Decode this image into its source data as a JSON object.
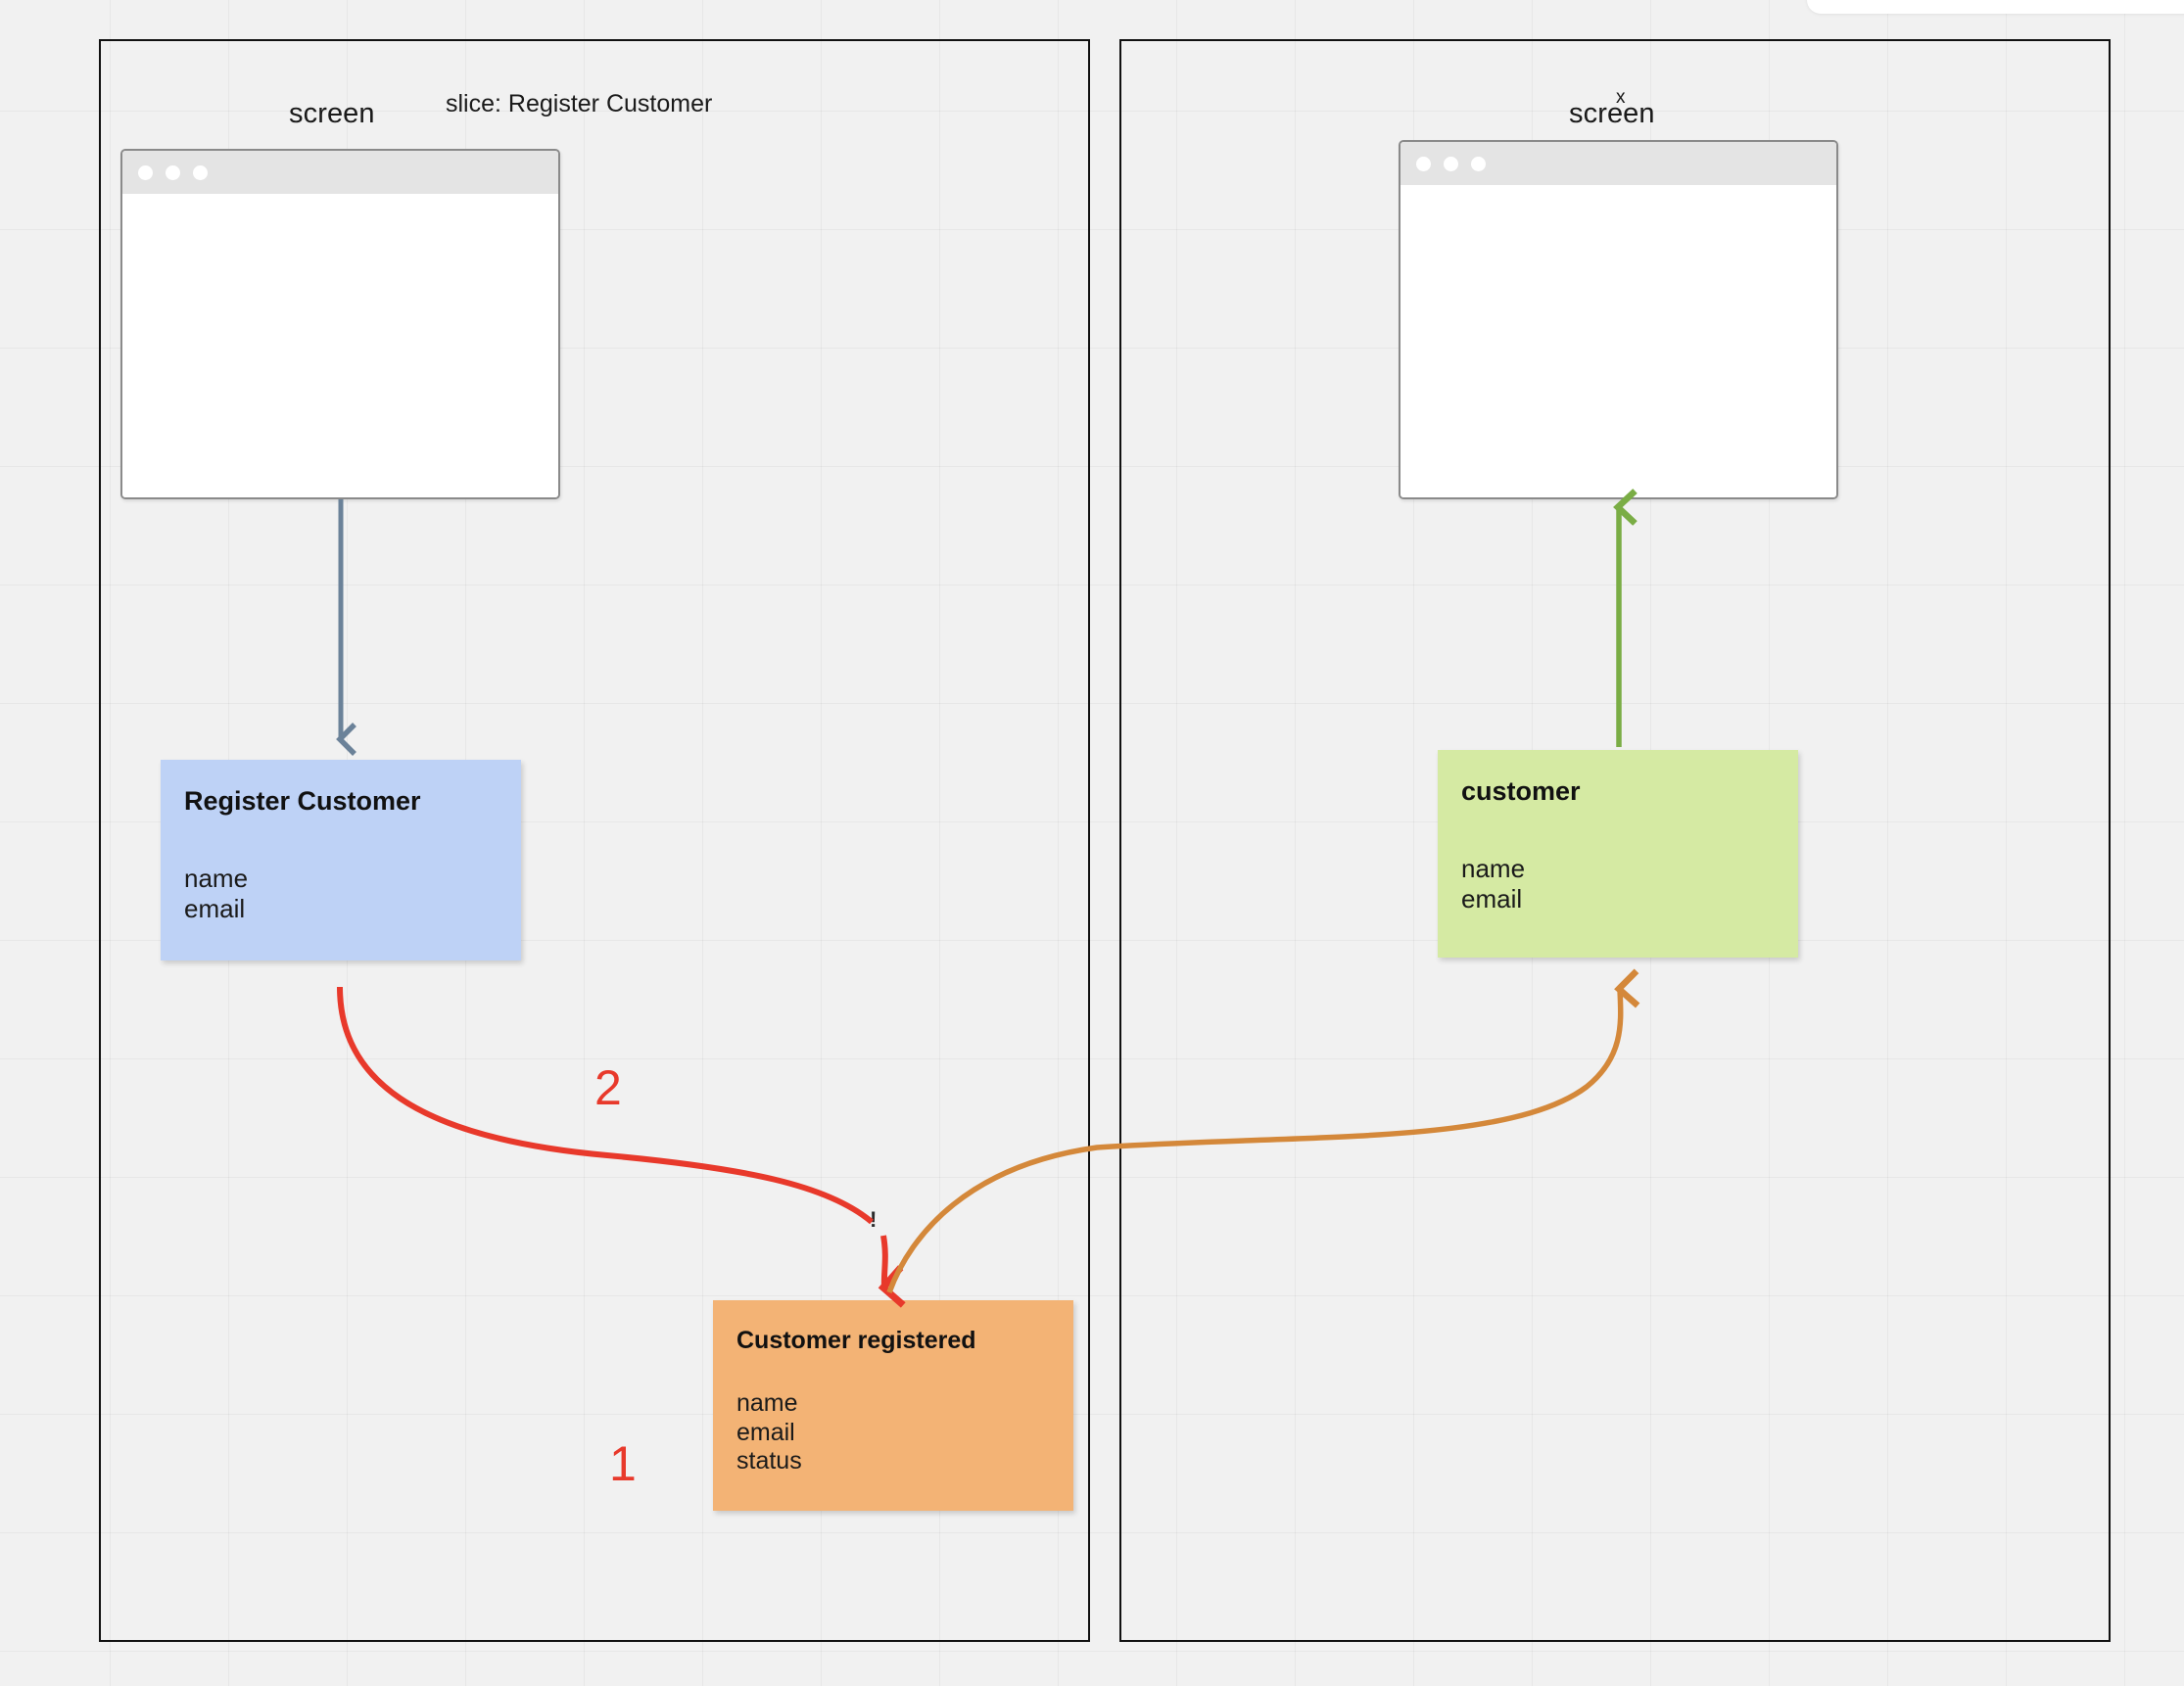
{
  "canvas": {
    "background_color": "#f1f1f1",
    "grid": "on"
  },
  "panels": [
    {
      "id": "left",
      "label": "screen",
      "slice_label": "slice: Register Customer",
      "border_color": "#111111"
    },
    {
      "id": "right",
      "label": "screen",
      "overlay_mark": "x",
      "border_color": "#111111"
    }
  ],
  "windows": [
    {
      "id": "left-screen-mockup",
      "dots": 3
    },
    {
      "id": "right-screen-mockup",
      "dots": 3
    }
  ],
  "cards": [
    {
      "id": "command",
      "title": "Register Customer",
      "fields": [
        "name",
        "email"
      ],
      "color": "#bed2f6"
    },
    {
      "id": "readmodel",
      "title": "customer",
      "fields": [
        "name",
        "email"
      ],
      "color": "#d5eaa3"
    },
    {
      "id": "event",
      "title": "Customer registered",
      "fields": [
        "name",
        "email",
        "status"
      ],
      "color": "#f2b druck"
    }
  ],
  "event_card": {
    "title": "Customer registered",
    "fields": [
      "name",
      "email",
      "status"
    ],
    "color": "#f3b375"
  },
  "steps": [
    {
      "label": "1",
      "color": "#e8392b"
    },
    {
      "label": "2",
      "color": "#e8392b"
    }
  ],
  "marks": {
    "exclamation": "!"
  },
  "connectors": [
    {
      "id": "screen-to-command",
      "color": "#6b8299",
      "direction": "down"
    },
    {
      "id": "command-to-event",
      "color": "#e8392b",
      "direction": "down"
    },
    {
      "id": "event-to-readmodel",
      "color": "#d4883a",
      "direction": "up"
    },
    {
      "id": "readmodel-to-screen",
      "color": "#7aad45",
      "direction": "up"
    }
  ]
}
